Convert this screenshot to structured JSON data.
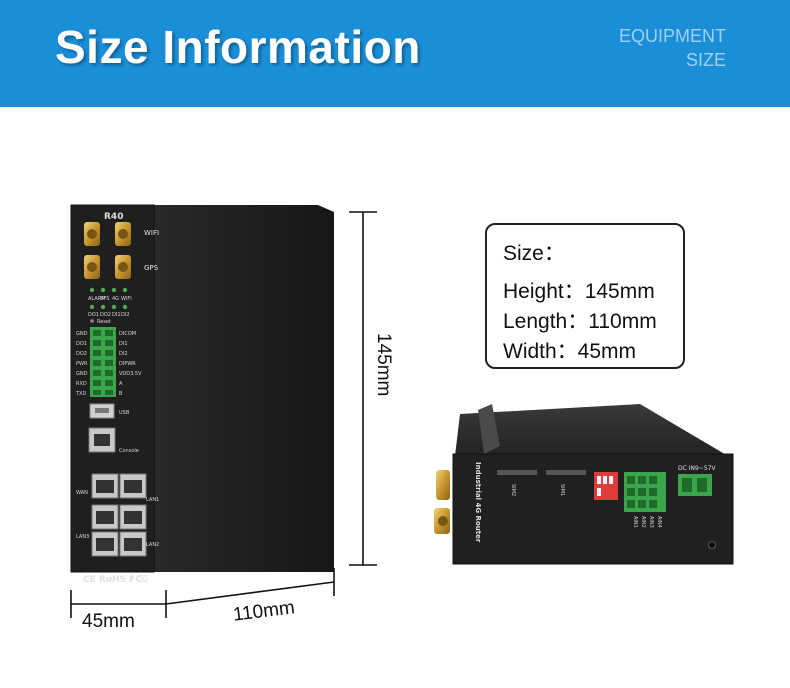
{
  "header": {
    "title": "Size Information",
    "subtitle_line1": "EQUIPMENT",
    "subtitle_line2": "SIZE",
    "background_color": "#1a8fd8"
  },
  "specs": {
    "heading": "Size：",
    "height": "Height：145mm",
    "length": "Length：110mm",
    "width": "Width：45mm"
  },
  "dimensions": {
    "height_label": "145mm",
    "width_label": "45mm",
    "length_label": "110mm"
  },
  "front_device": {
    "model": "R40",
    "wifi_label": "WIFI",
    "gps_label": "GPS",
    "led_labels_row1": [
      "ALARM",
      "SYS",
      "4G",
      "WIFI"
    ],
    "led_labels_row2": [
      "DO1",
      "DO2",
      "DI1",
      "DI2"
    ],
    "reset_label": "Reset",
    "terminal_left": [
      "GND",
      "DO1",
      "DO2",
      "PWR",
      "GND",
      "RXD",
      "TXD"
    ],
    "terminal_right": [
      "DICOM",
      "DI1",
      "DI2",
      "DIPWR",
      "VDD3.5V",
      "A",
      "B"
    ],
    "usb_label": "USB",
    "console_label": "Console",
    "wan_label": "WAN",
    "lan1_label": "LAN1",
    "lan2_label": "LAN2",
    "lan3_label": "LAN3",
    "cert_label": "CE RoHS FC"
  },
  "side_device": {
    "name": "Industrial 4G Router",
    "sim1_label": "SIM1",
    "sim2_label": "SIM2",
    "dc_label": "DC IN9~57V",
    "ain_labels": [
      "AIN1",
      "AIN2",
      "AIN3",
      "AIN4"
    ]
  }
}
